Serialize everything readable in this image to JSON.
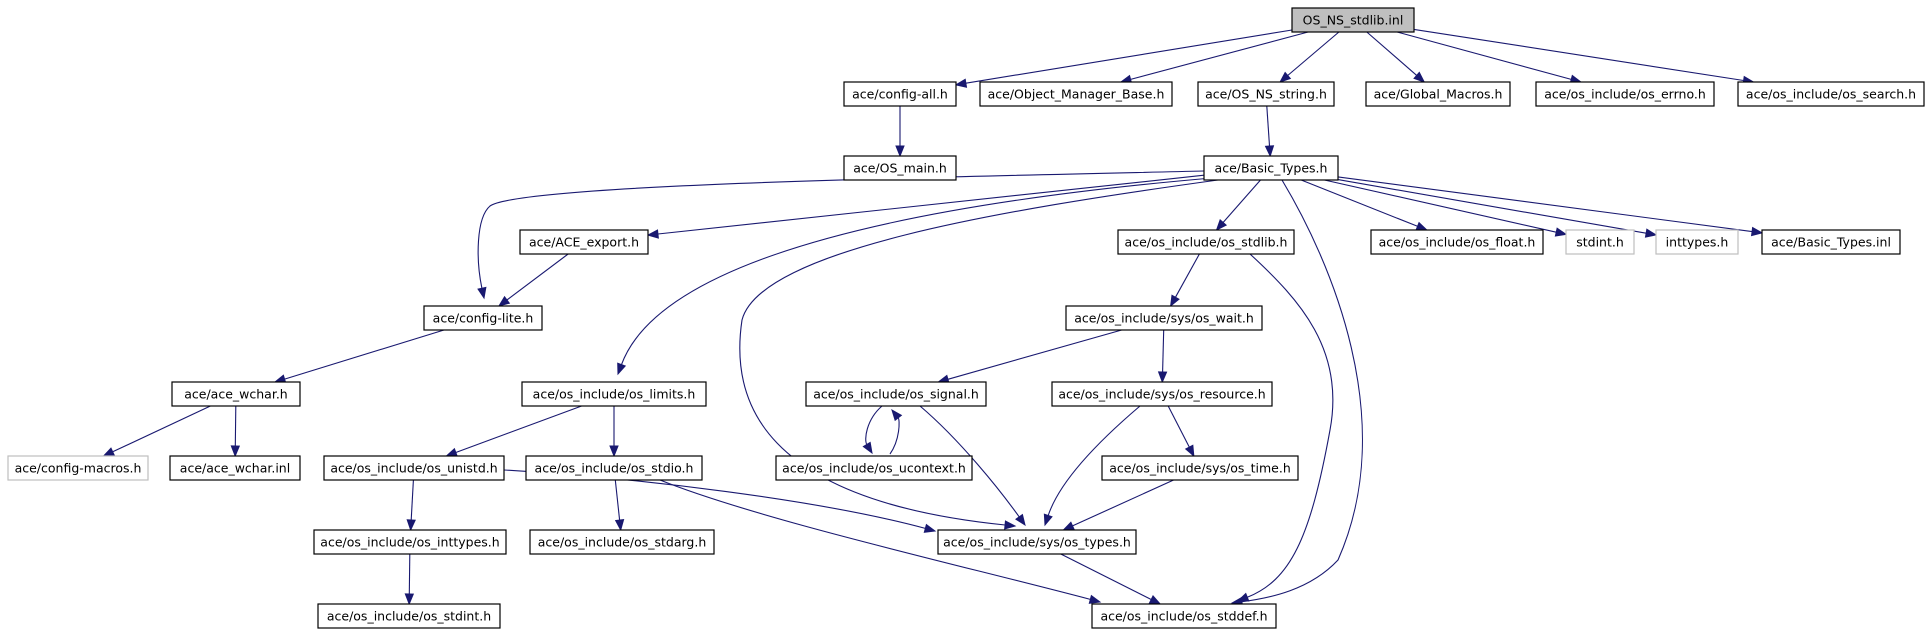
{
  "graph": {
    "root": "OS_NS_stdlib.inl",
    "nodes": [
      {
        "id": "root",
        "label": "OS_NS_stdlib.inl",
        "style": "root"
      },
      {
        "id": "config_all",
        "label": "ace/config-all.h"
      },
      {
        "id": "omb",
        "label": "ace/Object_Manager_Base.h"
      },
      {
        "id": "os_ns_string",
        "label": "ace/OS_NS_string.h"
      },
      {
        "id": "global_macros",
        "label": "ace/Global_Macros.h"
      },
      {
        "id": "os_errno",
        "label": "ace/os_include/os_errno.h"
      },
      {
        "id": "os_search",
        "label": "ace/os_include/os_search.h"
      },
      {
        "id": "os_main",
        "label": "ace/OS_main.h"
      },
      {
        "id": "basic_types",
        "label": "ace/Basic_Types.h"
      },
      {
        "id": "ace_export",
        "label": "ace/ACE_export.h"
      },
      {
        "id": "os_stdlib",
        "label": "ace/os_include/os_stdlib.h"
      },
      {
        "id": "os_float",
        "label": "ace/os_include/os_float.h"
      },
      {
        "id": "stdint",
        "label": "stdint.h",
        "style": "external"
      },
      {
        "id": "inttypes",
        "label": "inttypes.h",
        "style": "external"
      },
      {
        "id": "basic_types_inl",
        "label": "ace/Basic_Types.inl"
      },
      {
        "id": "config_lite",
        "label": "ace/config-lite.h"
      },
      {
        "id": "os_wait",
        "label": "ace/os_include/sys/os_wait.h"
      },
      {
        "id": "ace_wchar",
        "label": "ace/ace_wchar.h"
      },
      {
        "id": "os_limits",
        "label": "ace/os_include/os_limits.h"
      },
      {
        "id": "os_signal",
        "label": "ace/os_include/os_signal.h"
      },
      {
        "id": "os_resource",
        "label": "ace/os_include/sys/os_resource.h"
      },
      {
        "id": "config_macros",
        "label": "ace/config-macros.h",
        "style": "external"
      },
      {
        "id": "ace_wchar_inl",
        "label": "ace/ace_wchar.inl"
      },
      {
        "id": "os_unistd",
        "label": "ace/os_include/os_unistd.h"
      },
      {
        "id": "os_stdio",
        "label": "ace/os_include/os_stdio.h"
      },
      {
        "id": "os_ucontext",
        "label": "ace/os_include/os_ucontext.h"
      },
      {
        "id": "os_time",
        "label": "ace/os_include/sys/os_time.h"
      },
      {
        "id": "os_inttypes",
        "label": "ace/os_include/os_inttypes.h"
      },
      {
        "id": "os_stdarg",
        "label": "ace/os_include/os_stdarg.h"
      },
      {
        "id": "os_types",
        "label": "ace/os_include/sys/os_types.h"
      },
      {
        "id": "os_stdint",
        "label": "ace/os_include/os_stdint.h"
      },
      {
        "id": "os_stddef",
        "label": "ace/os_include/os_stddef.h"
      }
    ],
    "edges": [
      {
        "from": "root",
        "to": "config_all"
      },
      {
        "from": "root",
        "to": "omb"
      },
      {
        "from": "root",
        "to": "os_ns_string"
      },
      {
        "from": "root",
        "to": "global_macros"
      },
      {
        "from": "root",
        "to": "os_errno"
      },
      {
        "from": "root",
        "to": "os_search"
      },
      {
        "from": "config_all",
        "to": "os_main"
      },
      {
        "from": "os_ns_string",
        "to": "basic_types"
      },
      {
        "from": "basic_types",
        "to": "config_lite"
      },
      {
        "from": "basic_types",
        "to": "ace_export"
      },
      {
        "from": "basic_types",
        "to": "os_limits"
      },
      {
        "from": "basic_types",
        "to": "os_types"
      },
      {
        "from": "basic_types",
        "to": "os_stdlib"
      },
      {
        "from": "basic_types",
        "to": "os_stddef"
      },
      {
        "from": "basic_types",
        "to": "os_float"
      },
      {
        "from": "basic_types",
        "to": "stdint"
      },
      {
        "from": "basic_types",
        "to": "inttypes"
      },
      {
        "from": "basic_types",
        "to": "basic_types_inl"
      },
      {
        "from": "ace_export",
        "to": "config_lite"
      },
      {
        "from": "config_lite",
        "to": "ace_wchar"
      },
      {
        "from": "ace_wchar",
        "to": "config_macros"
      },
      {
        "from": "ace_wchar",
        "to": "ace_wchar_inl"
      },
      {
        "from": "os_stdlib",
        "to": "os_wait"
      },
      {
        "from": "os_stdlib",
        "to": "os_stddef"
      },
      {
        "from": "os_wait",
        "to": "os_signal"
      },
      {
        "from": "os_wait",
        "to": "os_resource"
      },
      {
        "from": "os_signal",
        "to": "os_ucontext"
      },
      {
        "from": "os_ucontext",
        "to": "os_signal"
      },
      {
        "from": "os_signal",
        "to": "os_types"
      },
      {
        "from": "os_resource",
        "to": "os_types"
      },
      {
        "from": "os_resource",
        "to": "os_time"
      },
      {
        "from": "os_time",
        "to": "os_types"
      },
      {
        "from": "os_limits",
        "to": "os_unistd"
      },
      {
        "from": "os_limits",
        "to": "os_stdio"
      },
      {
        "from": "os_unistd",
        "to": "os_inttypes"
      },
      {
        "from": "os_unistd",
        "to": "os_types"
      },
      {
        "from": "os_stdio",
        "to": "os_stdarg"
      },
      {
        "from": "os_stdio",
        "to": "os_stddef"
      },
      {
        "from": "os_inttypes",
        "to": "os_stdint"
      },
      {
        "from": "os_types",
        "to": "os_stddef"
      }
    ]
  }
}
